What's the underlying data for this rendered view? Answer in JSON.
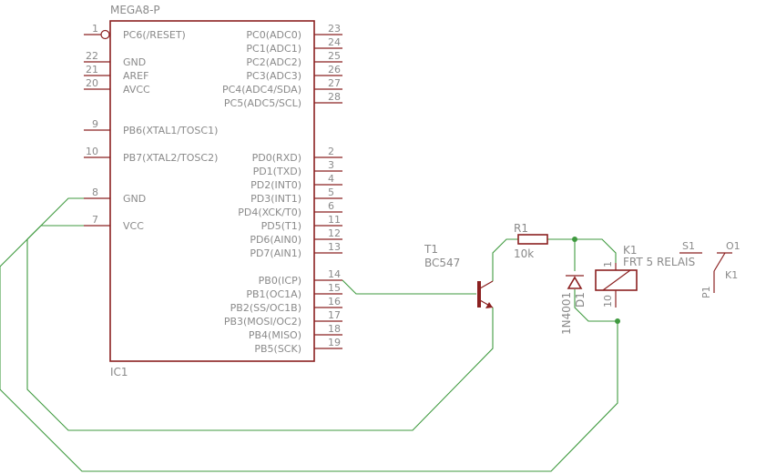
{
  "colors": {
    "component": "#8b2020",
    "wire": "#3f9a3f",
    "label": "#8a8a8a"
  },
  "ic": {
    "name": "MEGA8-P",
    "ref": "IC1",
    "left_pins": [
      {
        "num": "1",
        "label": "PC6(/RESET)"
      },
      {
        "num": "22",
        "label": "GND"
      },
      {
        "num": "21",
        "label": "AREF"
      },
      {
        "num": "20",
        "label": "AVCC"
      },
      {
        "num": "9",
        "label": "PB6(XTAL1/TOSC1)"
      },
      {
        "num": "10",
        "label": "PB7(XTAL2/TOSC2)"
      },
      {
        "num": "8",
        "label": "GND"
      },
      {
        "num": "7",
        "label": "VCC"
      }
    ],
    "right_pins": [
      {
        "num": "23",
        "label": "PC0(ADC0)"
      },
      {
        "num": "24",
        "label": "PC1(ADC1)"
      },
      {
        "num": "25",
        "label": "PC2(ADC2)"
      },
      {
        "num": "26",
        "label": "PC3(ADC3)"
      },
      {
        "num": "27",
        "label": "PC4(ADC4/SDA)"
      },
      {
        "num": "28",
        "label": "PC5(ADC5/SCL)"
      },
      {
        "num": "2",
        "label": "PD0(RXD)"
      },
      {
        "num": "3",
        "label": "PD1(TXD)"
      },
      {
        "num": "4",
        "label": "PD2(INT0)"
      },
      {
        "num": "5",
        "label": "PD3(INT1)"
      },
      {
        "num": "6",
        "label": "PD4(XCK/T0)"
      },
      {
        "num": "11",
        "label": "PD5(T1)"
      },
      {
        "num": "12",
        "label": "PD6(AIN0)"
      },
      {
        "num": "13",
        "label": "PD7(AIN1)"
      },
      {
        "num": "14",
        "label": "PB0(ICP)"
      },
      {
        "num": "15",
        "label": "PB1(OC1A)"
      },
      {
        "num": "16",
        "label": "PB2(SS/OC1B)"
      },
      {
        "num": "17",
        "label": "PB3(MOSI/OC2)"
      },
      {
        "num": "18",
        "label": "PB4(MISO)"
      },
      {
        "num": "19",
        "label": "PB5(SCK)"
      }
    ]
  },
  "transistor": {
    "ref": "T1",
    "value": "BC547"
  },
  "resistor": {
    "ref": "R1",
    "value": "10k"
  },
  "diode": {
    "ref": "D1",
    "value": "1N4001"
  },
  "relay": {
    "ref": "K1",
    "value": "FRT 5 RELAIS",
    "pin_top": "1",
    "pin_bottom": "10"
  },
  "contact": {
    "ref": "K1",
    "pin_s": "S1",
    "pin_o": "O1",
    "pin_p": "P1"
  }
}
